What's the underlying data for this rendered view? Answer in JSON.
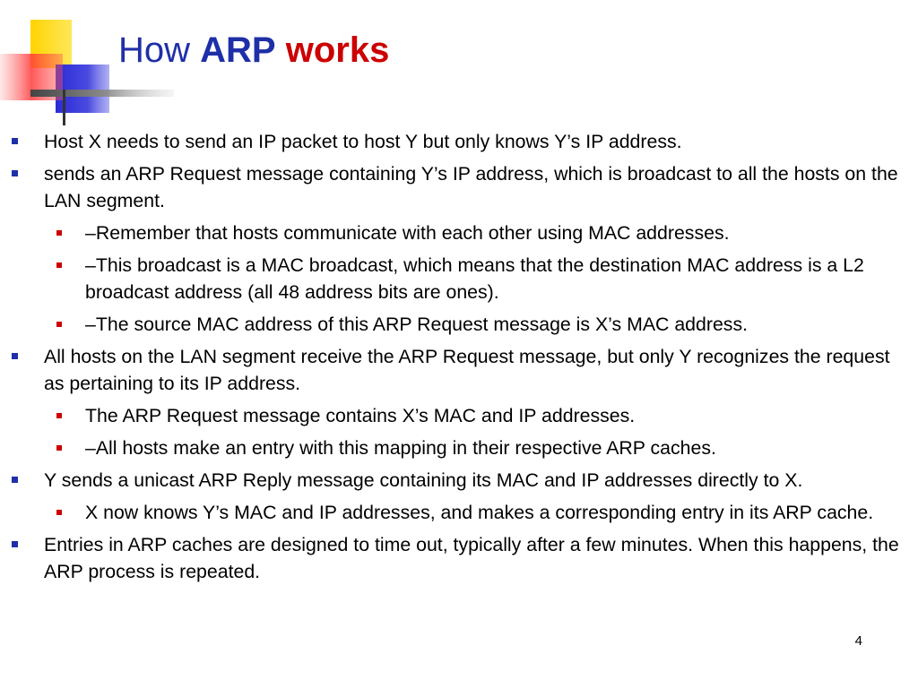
{
  "slide": {
    "title": {
      "prefix": "How",
      "emphasis": "ARP",
      "accent": "works"
    },
    "bullets": [
      {
        "level": 1,
        "text": "Host X needs to send an IP  packet to host Y but only knows Y’s IP address."
      },
      {
        "level": 1,
        "text": "sends an ARP Request message containing Y’s IP address, which is broadcast to all the hosts on the LAN segment."
      },
      {
        "level": 2,
        "text": "–Remember that hosts communicate with each other using MAC addresses."
      },
      {
        "level": 2,
        "text": "–This broadcast is a MAC broadcast, which means that the destination MAC address is a L2 broadcast address (all 48 address bits are ones)."
      },
      {
        "level": 2,
        "text": "–The source MAC address of this ARP Request message is X’s MAC address."
      },
      {
        "level": 1,
        "text": "All hosts on the LAN segment receive the ARP Request message, but only Y recognizes the request as pertaining to its IP address."
      },
      {
        "level": 2,
        "text": "The ARP Request message contains X’s MAC and IP addresses."
      },
      {
        "level": 2,
        "text": "–All hosts make an entry with this mapping in their respective ARP caches."
      },
      {
        "level": 1,
        "text": "Y sends a unicast ARP Reply message containing its MAC and IP addresses directly to X."
      },
      {
        "level": 2,
        "text": "X now knows Y’s MAC and IP addresses, and makes a corresponding entry in its ARP cache."
      },
      {
        "level": 1,
        "text": "Entries in ARP caches are designed to time out, typically after a few minutes. When this happens, the ARP process is repeated."
      }
    ],
    "page_number": "4",
    "colors": {
      "title_blue": "#1f2fa8",
      "accent_red": "#cc0000",
      "logo_yellow": "#ffdd00",
      "logo_blue": "#2b2bd6"
    }
  }
}
